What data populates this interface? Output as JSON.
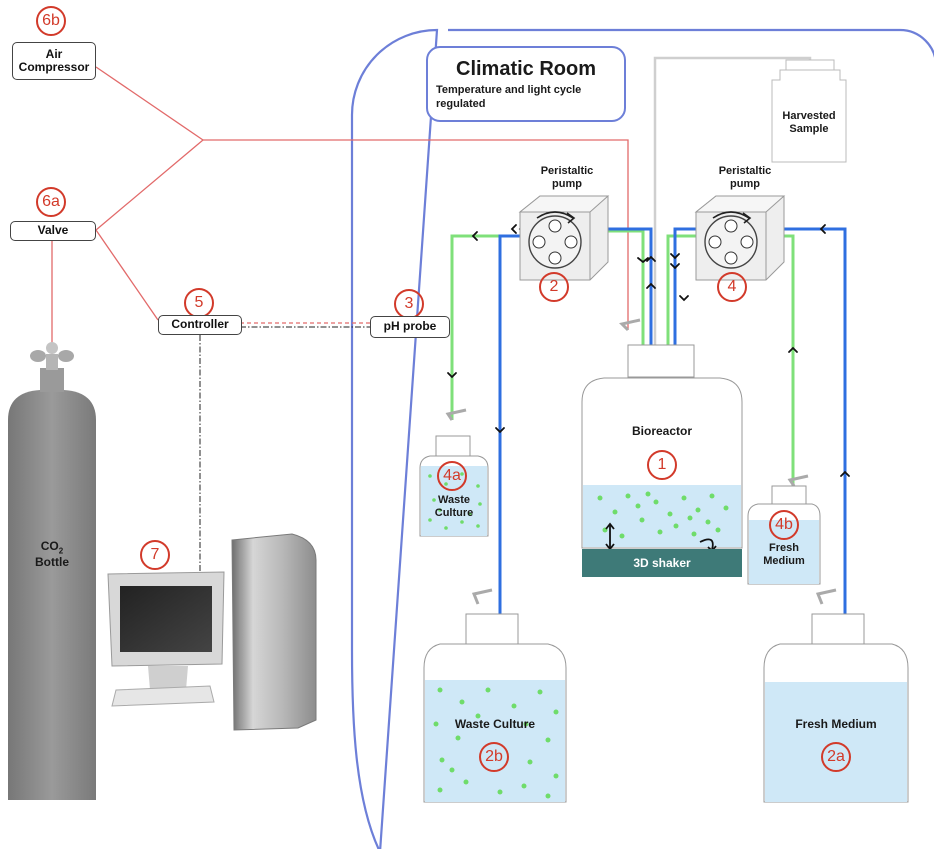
{
  "climatic_room": {
    "title": "Climatic Room",
    "subtitle_line1": "Temperature and light cycle",
    "subtitle_line2": "regulated"
  },
  "components": {
    "air_compressor": {
      "line1": "Air",
      "line2": "Compressor",
      "badge": "6b"
    },
    "valve": {
      "label": "Valve",
      "badge": "6a"
    },
    "controller": {
      "label": "Controller",
      "badge": "5"
    },
    "ph_probe": {
      "label": "pH probe",
      "badge": "3"
    },
    "co2_bottle": {
      "line1": "CO",
      "sub": "2",
      "line2": "Bottle"
    },
    "computer": {
      "badge": "7"
    },
    "pump_left": {
      "line1": "Peristaltic",
      "line2": "pump",
      "badge": "2"
    },
    "pump_right": {
      "line1": "Peristaltic",
      "line2": "pump",
      "badge": "4"
    },
    "bioreactor": {
      "label": "Bioreactor",
      "badge": "1"
    },
    "shaker": {
      "label": "3D shaker"
    },
    "harvested": {
      "line1": "Harvested",
      "line2": "Sample"
    },
    "waste_small": {
      "line1": "Waste",
      "line2": "Culture",
      "badge": "4a"
    },
    "fresh_small": {
      "line1": "Fresh",
      "line2": "Medium",
      "badge": "4b"
    },
    "waste_large": {
      "label": "Waste Culture",
      "badge": "2b"
    },
    "fresh_large": {
      "label": "Fresh Medium",
      "badge": "2a"
    }
  },
  "colors": {
    "gas_line": "#e26a6a",
    "signal_line": "#222222",
    "green_tube": "#7fe07a",
    "blue_tube": "#2f6fe0",
    "room_border": "#6d7fd8",
    "badge": "#d23a2a",
    "liquid": "#cfe8f7",
    "shaker": "#3e7a78",
    "cylinder": "#8a8a8a"
  }
}
